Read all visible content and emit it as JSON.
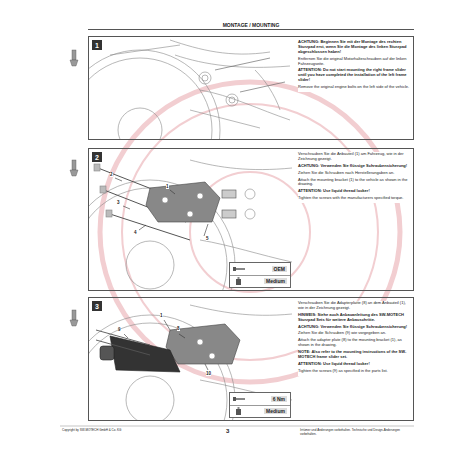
{
  "diagram": {
    "title": "MONTAGE / MOUNTING",
    "nodes": [
      {
        "text": [
          "ACHTUNG: Beginnen Sie mit der Montage des rechten Sturzpad erst, wenn Sie die Montage des linken Sturzpad abgeschlossen haben!",
          "Entfernen Sie die original Motorhalteschrauben auf der linken Fahrzeugseite.",
          "ATTENTION: Do not start mounting the right frame slider until you have completed the installation of the left frame slider!",
          "Remove the original engine bolts on the left side of the vehicle."
        ]
      },
      {
        "text": [
          "1"
        ],
        "in": 0
      },
      {
        "text": [
          "Verschrauben Sie die Anbauteil (1) am Fahrzeug, wie in der Zeichnung gezeigt.",
          "ACHTUNG: Verwenden Sie flüssige Schraubensicherung!",
          "Ziehen Sie die Schrauben nach Herstellerangaben an.",
          "Attach the mounting bracket (1) to the vehicle as shown in the drawing.",
          "ATTENTION: Use liquid thread locker!",
          "Tighten the screws with the manufacturers specified torque."
        ]
      },
      {
        "text": [
          "2"
        ],
        "in": 2
      },
      {
        "text": [
          "OEM",
          "Medium"
        ],
        "in": 2
      },
      {
        "text": [
          "Verschrauben Sie die Adapterplatte (8) an dem Anbauteil (1), wie in der Zeichnung gezeigt.",
          "HINWEIS: Siehe auch Anbauanleitung des SW-MOTECH Sturzpad Sets für weitere Anbauschritte.",
          "ACHTUNG: Verwenden Sie flüssige Schraubensicherung!",
          "Ziehen Sie die Schrauben (9) wie vorgegeben an.",
          "Attach the adapter plate (8) to the mounting bracket (1), as shown in the drawing.",
          "NOTE: Also refer to the mounting instructions of the SW-MOTECH frame slider set.",
          "ATTENTION: Use liquid thread locker!",
          "Tighten the screws (9) as specified in the parts list."
        ]
      },
      {
        "text": [
          "3"
        ],
        "in": 5
      },
      {
        "text": [
          "6 Nm",
          "Medium"
        ],
        "in": 5
      }
    ],
    "labels": [
      "1",
      "2",
      "3",
      "4",
      "5",
      "1",
      "8",
      "9",
      "10",
      "Copyright by SW-MOTECH GmbH & Co. KG",
      "3",
      "Irrtümer und Änderungen vorbehalten. Technische und Design-Änderungen vorbehalten."
    ]
  }
}
